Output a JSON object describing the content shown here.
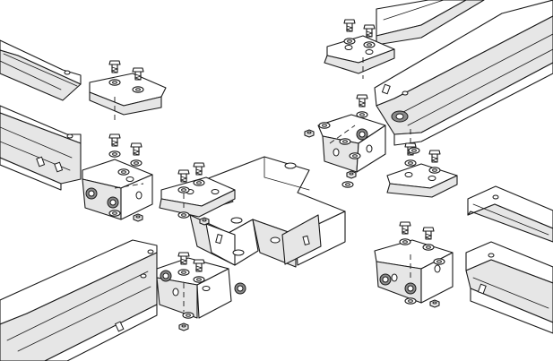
{
  "figure": {
    "kind": "exploded isometric assembly drawing",
    "style": "black line art on white",
    "colors": {
      "line": "#1a1a1a",
      "background": "#ffffff",
      "shade": "#e6e6e6",
      "dark": "#8a8a8a"
    }
  },
  "parts": {
    "cross_fitting": "cross-fitting",
    "trays": [
      "tray-top-left",
      "tray-left",
      "tray-bottom-left",
      "tray-top-right",
      "tray-right-upper",
      "tray-right-lower"
    ],
    "connector_plates": [
      "plate-top-left",
      "plate-top-right",
      "plate-center-left",
      "plate-right-mid"
    ],
    "corner_brackets": [
      "bracket-left",
      "bracket-bottom",
      "bracket-right-upper",
      "bracket-right-lower"
    ],
    "fasteners": [
      "bolt",
      "nut",
      "washer"
    ]
  }
}
